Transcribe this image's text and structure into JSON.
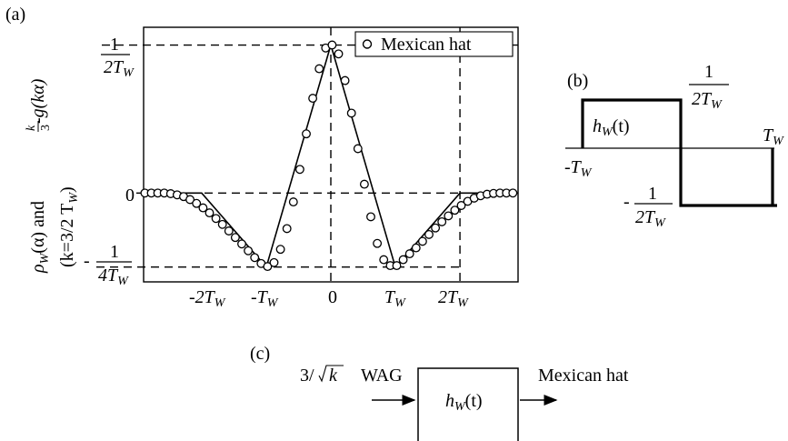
{
  "panel_a": {
    "label": "(a)",
    "legend": "Mexican hat",
    "ylabel_top": {
      "prefix": "-",
      "num": "k",
      "den": "3",
      "rest": "g(kα)"
    },
    "ylabel_bottom": {
      "rho": "ρ",
      "sub": "W",
      "rest": "(α)  and"
    },
    "ylabel_k": "(k=3/2 T",
    "ylabel_k_sub": "W",
    "ylabel_k_close": ")",
    "y_ticks": [
      {
        "pre": "",
        "num": "1",
        "den": "2T",
        "sub": "W"
      },
      {
        "pre": "",
        "num": "",
        "den": "0",
        "sub": ""
      },
      {
        "pre": "-",
        "num": "1",
        "den": "4T",
        "sub": "W"
      }
    ],
    "x_ticks": [
      {
        "text": "-2T",
        "sub": "W"
      },
      {
        "text": "-T",
        "sub": "W"
      },
      {
        "text": "0",
        "sub": ""
      },
      {
        "text": "T",
        "sub": "W"
      },
      {
        "text": "2T",
        "sub": "W"
      }
    ]
  },
  "chart_data": {
    "type": "line",
    "x_unit": "T_W",
    "y_unit": "1/T_W",
    "xlim": [
      -2.9,
      2.9
    ],
    "ylim": [
      -0.3,
      0.56
    ],
    "series": [
      {
        "style": "solid line",
        "x": [
          -2.9,
          -2.0,
          -1.0,
          0.0,
          1.0,
          2.0,
          2.9
        ],
        "y": [
          0.0,
          0.0,
          -0.25,
          0.5,
          -0.25,
          0.0,
          0.0
        ]
      },
      {
        "name": "Mexican hat",
        "style": "open circles",
        "x": [
          -2.88,
          -2.78,
          -2.68,
          -2.58,
          -2.48,
          -2.38,
          -2.28,
          -2.18,
          -2.08,
          -1.98,
          -1.88,
          -1.78,
          -1.68,
          -1.58,
          -1.48,
          -1.38,
          -1.28,
          -1.18,
          -1.08,
          -0.98,
          -0.88,
          -0.78,
          -0.68,
          -0.58,
          -0.48,
          -0.38,
          -0.28,
          -0.18,
          -0.08,
          0.02,
          0.12,
          0.22,
          0.32,
          0.42,
          0.52,
          0.62,
          0.72,
          0.82,
          0.92,
          1.02,
          1.12,
          1.22,
          1.32,
          1.42,
          1.52,
          1.62,
          1.72,
          1.82,
          1.92,
          2.02,
          2.12,
          2.22,
          2.32,
          2.42,
          2.52,
          2.62,
          2.72,
          2.82
        ],
        "y": [
          0.0,
          0.0,
          0.0,
          0.0,
          -0.002,
          -0.006,
          -0.012,
          -0.022,
          -0.035,
          -0.05,
          -0.067,
          -0.086,
          -0.106,
          -0.128,
          -0.15,
          -0.172,
          -0.195,
          -0.218,
          -0.238,
          -0.248,
          -0.235,
          -0.19,
          -0.12,
          -0.03,
          0.08,
          0.2,
          0.32,
          0.42,
          0.49,
          0.5,
          0.47,
          0.38,
          0.27,
          0.15,
          0.03,
          -0.08,
          -0.17,
          -0.225,
          -0.245,
          -0.245,
          -0.225,
          -0.205,
          -0.185,
          -0.163,
          -0.14,
          -0.118,
          -0.097,
          -0.077,
          -0.058,
          -0.042,
          -0.028,
          -0.017,
          -0.009,
          -0.004,
          -0.001,
          0.0,
          0.0,
          0.0
        ]
      }
    ],
    "legend_position": "top-right",
    "grid": false,
    "reference_lines": {
      "vertical_dashed": [
        0,
        2.0
      ],
      "horizontal_dashed": [
        0.5,
        0.0,
        -0.25
      ]
    }
  },
  "panel_b": {
    "label": "(b)",
    "function": "h",
    "function_sub": "W",
    "function_arg": "(t)",
    "top_level": {
      "num": "1",
      "den": "2T",
      "sub": "W"
    },
    "bottom_level": {
      "pre": "-",
      "num": "1",
      "den": "2T",
      "sub": "W"
    },
    "left_label": {
      "text": "-T",
      "sub": "W"
    },
    "right_label": {
      "text": "T",
      "sub": "W"
    }
  },
  "panel_c": {
    "label": "(c)",
    "input_coef": "3/",
    "input_sqrt": "k",
    "input_name": "WAG",
    "box_function": "h",
    "box_sub": "W",
    "box_arg": "(t)",
    "output": "Mexican hat"
  }
}
